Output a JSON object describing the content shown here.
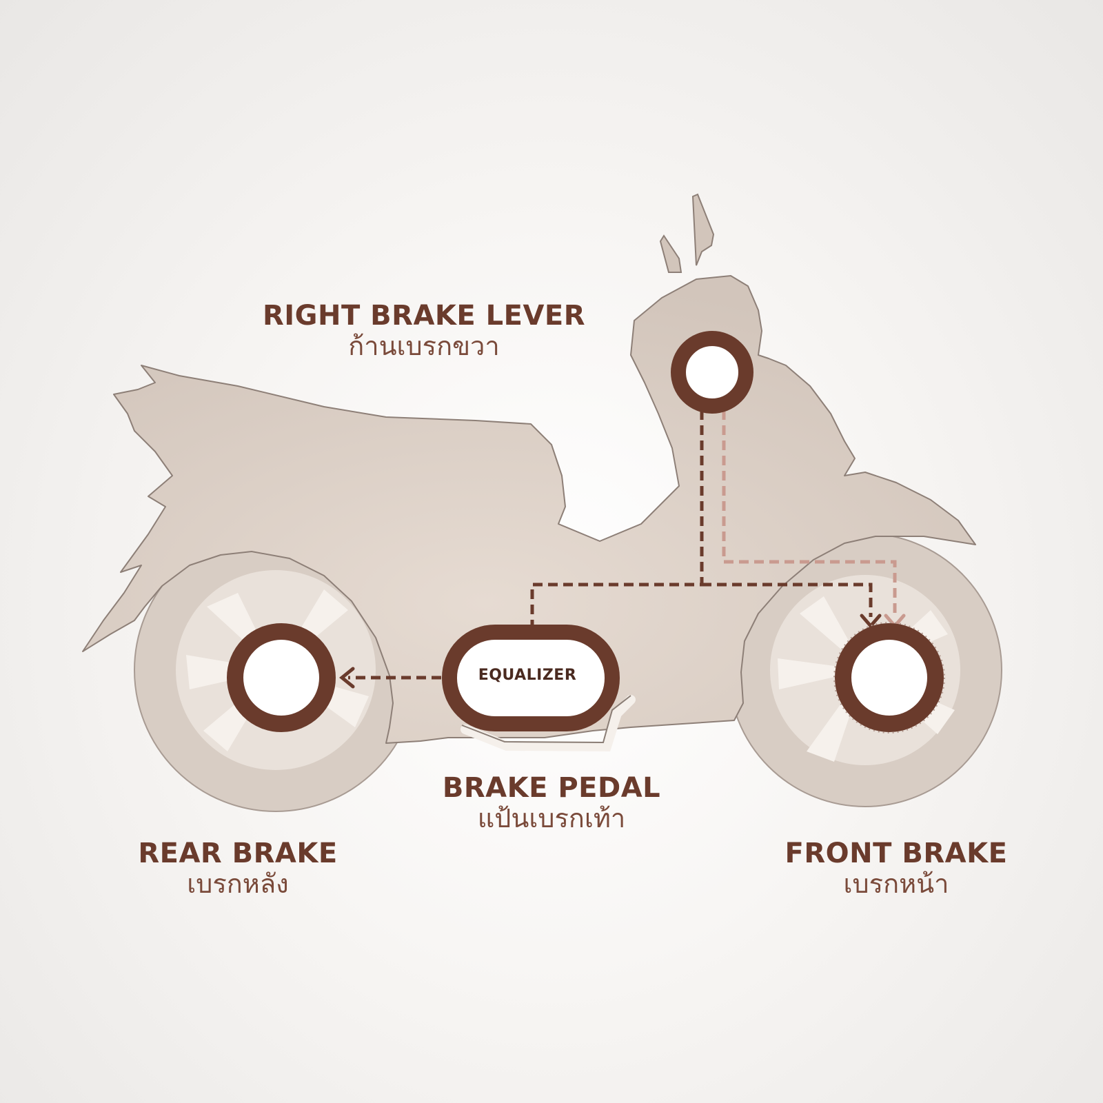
{
  "colors": {
    "body_fill": "#d6c9bf",
    "body_outline": "#8d7f77",
    "accent_brown": "#6a3b2c",
    "dashed_line_dark": "#6a3b2c",
    "dashed_line_light": "#c99a8f"
  },
  "labels": {
    "right_brake_lever": {
      "en": "RIGHT BRAKE LEVER",
      "th": "ก้านเบรกขวา"
    },
    "brake_pedal": {
      "en": "BRAKE PEDAL",
      "th": "แป้นเบรกเท้า"
    },
    "rear_brake": {
      "en": "REAR BRAKE",
      "th": "เบรกหลัง"
    },
    "front_brake": {
      "en": "FRONT BRAKE",
      "th": "เบรกหน้า"
    },
    "equalizer": "EQUALIZER"
  }
}
